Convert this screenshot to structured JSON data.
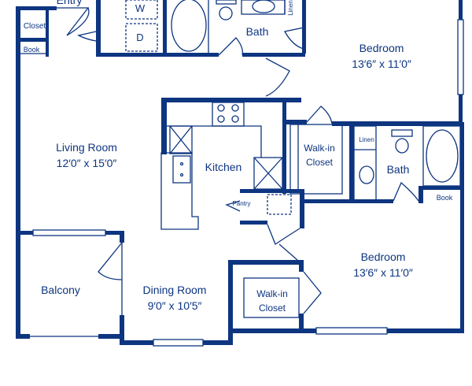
{
  "color": "#0d3580",
  "rooms": {
    "entry": "Entry",
    "closet_entry": "Closet",
    "book_entry": "Book",
    "washer": "W",
    "dryer": "D",
    "bath1": "Bath",
    "linen1": "Linen",
    "bedroom1": {
      "name": "Bedroom",
      "size": "13′6″ x 11′0″"
    },
    "living": {
      "name": "Living Room",
      "size": "12′0″ x 15′0″"
    },
    "kitchen": "Kitchen",
    "pantry": "Pantry",
    "walkin1": {
      "line1": "Walk-in",
      "line2": "Closet"
    },
    "linen2": "Linen",
    "bath2": "Bath",
    "book2": "Book",
    "bedroom2": {
      "name": "Bedroom",
      "size": "13′6″ x 11′0″"
    },
    "balcony": "Balcony",
    "dining": {
      "name": "Dining Room",
      "size": "9′0″ x 10′5″"
    },
    "walkin2": {
      "line1": "Walk-in",
      "line2": "Closet"
    }
  }
}
